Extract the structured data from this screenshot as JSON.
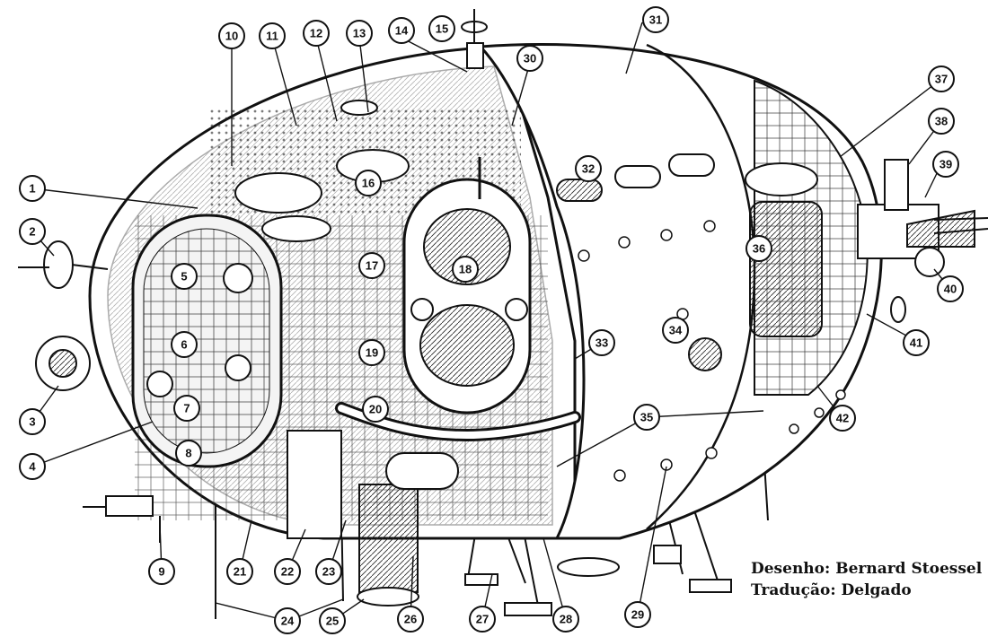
{
  "callouts": {
    "c1": "1",
    "c2": "2",
    "c3": "3",
    "c4": "4",
    "c5": "5",
    "c6": "6",
    "c7": "7",
    "c8": "8",
    "c9": "9",
    "c10": "10",
    "c11": "11",
    "c12": "12",
    "c13": "13",
    "c14": "14",
    "c15": "15",
    "c16": "16",
    "c17": "17",
    "c18": "18",
    "c19": "19",
    "c20": "20",
    "c21": "21",
    "c22": "22",
    "c23": "23",
    "c24": "24",
    "c25": "25",
    "c26": "26",
    "c27": "27",
    "c28": "28",
    "c29": "29",
    "c30": "30",
    "c31": "31",
    "c32": "32",
    "c33": "33",
    "c34": "34",
    "c35": "35",
    "c36": "36",
    "c37": "37",
    "c38": "38",
    "c39": "39",
    "c40": "40",
    "c41": "41",
    "c42": "42"
  },
  "credits": {
    "drawing": "Desenho: Bernard Stoessel",
    "translation": "Tradução: Delgado"
  }
}
